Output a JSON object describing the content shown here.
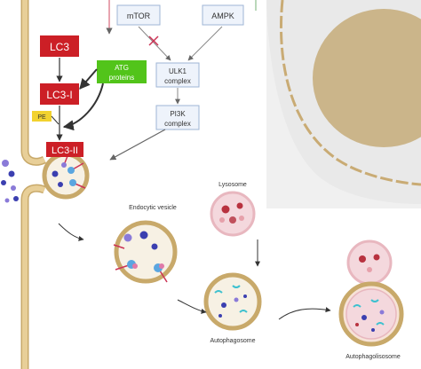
{
  "nodes": {
    "mtor": "mTOR",
    "ampk": "AMPK",
    "ulk1_line1": "ULK1",
    "ulk1_line2": "complex",
    "pi3k_line1": "PI3K",
    "pi3k_line2": "complex",
    "lc3": "LC3",
    "lc3_i": "LC3-I",
    "lc3_ii": "LC3-II",
    "atg_line1": "ATG",
    "atg_line2": "proteins",
    "pe": "PE"
  },
  "labels": {
    "endocytic_vesicle": "Endocytic vesicle",
    "lysosome": "Lysosome",
    "autophagosome": "Autophagosome",
    "autophagolysosome": "Autophagolisosome"
  },
  "colors": {
    "membrane": "#e8cf98",
    "membrane_edge": "#c8a96a",
    "lc3_red": "#cc1f26",
    "atg_green": "#52c41a",
    "pe_yellow": "#f2d22e",
    "box_blue": "#eef3fb",
    "box_edge": "#9fb6d6",
    "nucleus": "#cbb58a",
    "cell_bg": "#eeeeee",
    "lyso_pink": "#f4d8dd",
    "lyso_red": "#b8323f",
    "particle_blue": "#3b3fb0",
    "particle_violet": "#8a7ad8",
    "particle_teal": "#3ec1cf"
  }
}
